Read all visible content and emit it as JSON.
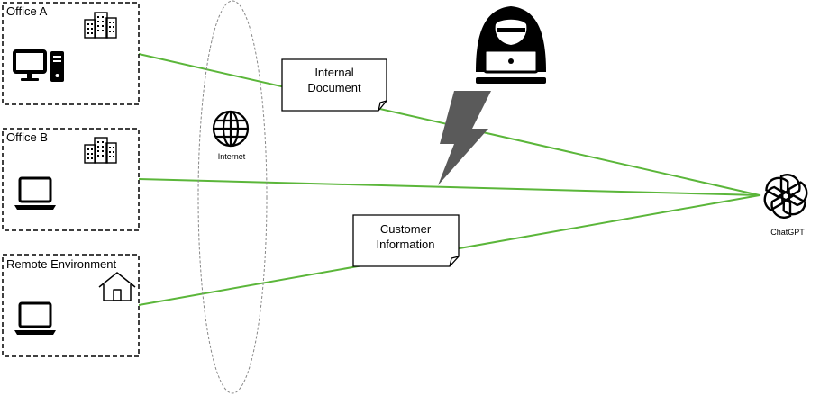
{
  "locations": {
    "office_a": {
      "label": "Office A"
    },
    "office_b": {
      "label": "Office B"
    },
    "remote": {
      "label": "Remote Environment"
    }
  },
  "internet": {
    "label": "Internet"
  },
  "documents": {
    "internal": {
      "line1": "Internal",
      "line2": "Document"
    },
    "customer": {
      "line1": "Customer",
      "line2": "Information"
    }
  },
  "chatgpt": {
    "label": "ChatGPT"
  },
  "icons": {
    "office_a_building": "building-icon",
    "office_a_device": "desktop-computer-icon",
    "office_b_building": "building-icon",
    "office_b_device": "laptop-icon",
    "remote_building": "house-icon",
    "remote_device": "laptop-icon",
    "internet": "globe-icon",
    "attacker": "hooded-hacker-icon",
    "attack": "lightning-bolt-icon",
    "chatgpt": "chatgpt-logo-icon"
  },
  "colors": {
    "connection": "#5bb63a",
    "bolt": "#5a5a5a",
    "border": "#000000"
  }
}
